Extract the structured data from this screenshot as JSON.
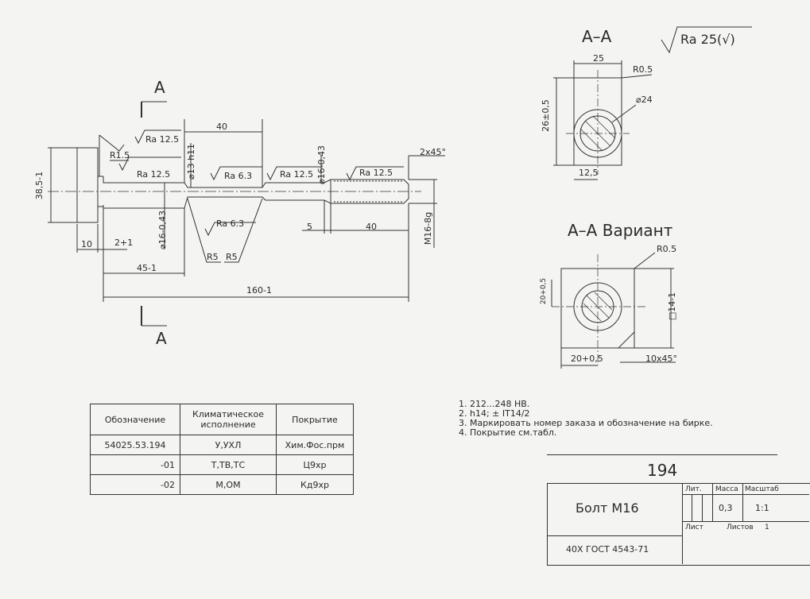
{
  "header_stamp": "...",
  "section_aa": {
    "title": "А–А",
    "roughness": "Ra 25(√)",
    "dim_width": "25",
    "dim_height": "26±0,5",
    "dim_radius": "R0.5",
    "dim_diameter": "⌀24",
    "dim_half": "12,5"
  },
  "section_variant": {
    "title": "А–А Вариант",
    "dim_radius": "R0.5",
    "dim_height": "20+0,5",
    "dim_width": "20+0,5",
    "dim_side": "□14-1",
    "dim_chamfer": "10x45°"
  },
  "main_view": {
    "section_mark": "А",
    "ra_12_5": "Ra 12.5",
    "ra_6_3": "Ra 6.3",
    "r1_5": "R1.5",
    "dim_38": "38,5-1",
    "dim_10": "10",
    "dim_2": "2+1",
    "dim_16a": "⌀16-0,43",
    "dim_13": "⌀13 h11",
    "dim_40a": "40",
    "dim_16b": "⌀16-0,43",
    "dim_chamfer": "2x45°",
    "dim_5": "5",
    "dim_40b": "40",
    "dim_m16": "M16-8g",
    "dim_r5a": "R5",
    "dim_r5b": "R5",
    "dim_45": "45-1",
    "dim_160": "160-1"
  },
  "spec_table": {
    "headers": [
      "Обозначение",
      "Климатическое исполнение",
      "Покрытие"
    ],
    "rows": [
      [
        "54025.53.194",
        "У,УХЛ",
        "Хим.Фос.прм"
      ],
      [
        "-01",
        "Т,ТВ,ТС",
        "Ц9хр"
      ],
      [
        "-02",
        "М,ОМ",
        "Кд9хр"
      ]
    ]
  },
  "notes": [
    "1. 212...248 НВ.",
    "2. h14; ± IT14/2",
    "3. Маркировать номер заказа и обозначение на бирке.",
    "4. Покрытие см.табл."
  ],
  "title_block": {
    "number": "194",
    "name": "Болт М16",
    "material": "40Х ГОСТ 4543-71",
    "lit_label": "Лит.",
    "mass_label": "Масса",
    "scale_label": "Масштаб",
    "mass_value": "0,3",
    "scale_value": "1:1",
    "sheet_label": "Лист",
    "sheets_label": "Листов",
    "sheets_value": "1"
  }
}
